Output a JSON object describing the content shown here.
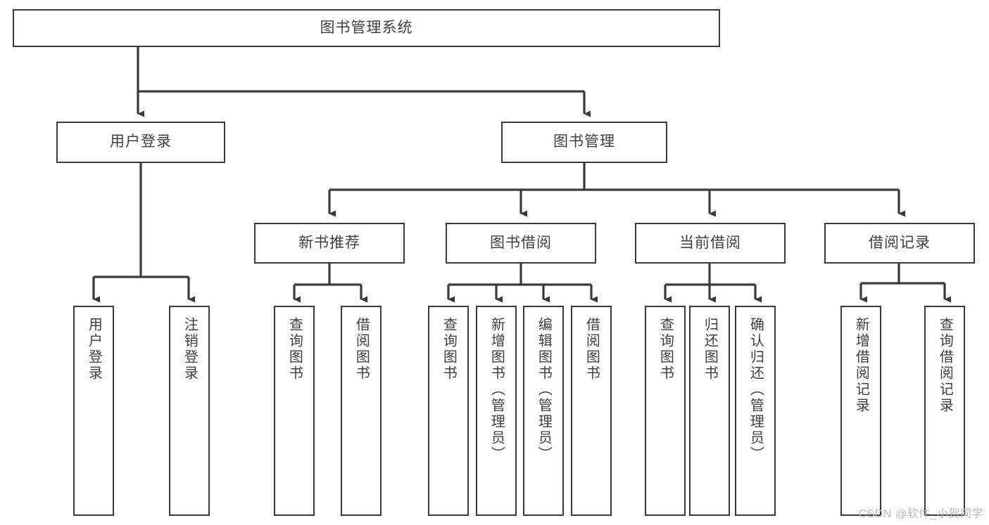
{
  "diagram": {
    "title": "图书管理系统",
    "type": "hierarchy-tree",
    "colors": {
      "box_border": "#3a3a3a",
      "box_fill": "#ffffff",
      "text": "#3f3f3f",
      "edge": "#3a3a3a",
      "watermark": "#b9b9b9"
    },
    "root": {
      "label": "图书管理系统"
    },
    "level2": [
      {
        "label": "用户登录"
      },
      {
        "label": "图书管理"
      }
    ],
    "level3": [
      {
        "label": "新书推荐"
      },
      {
        "label": "图书借阅"
      },
      {
        "label": "当前借阅"
      },
      {
        "label": "借阅记录"
      }
    ],
    "leaves": {
      "user_login": [
        {
          "label": "用户登录"
        },
        {
          "label": "注销登录"
        }
      ],
      "new_book_recommend": [
        {
          "label": "查询图书"
        },
        {
          "label": "借阅图书"
        }
      ],
      "book_borrow": [
        {
          "label": "查询图书"
        },
        {
          "label": "新增图书（管理员）"
        },
        {
          "label": "编辑图书（管理员）"
        },
        {
          "label": "借阅图书"
        }
      ],
      "current_borrow": [
        {
          "label": "查询图书"
        },
        {
          "label": "归还图书"
        },
        {
          "label": "确认归还（管理员）"
        }
      ],
      "borrow_records": [
        {
          "label": "新增借阅记录"
        },
        {
          "label": "查询借阅记录"
        }
      ]
    }
  },
  "watermark": {
    "text": "CSDN @软件_小贺同学"
  }
}
